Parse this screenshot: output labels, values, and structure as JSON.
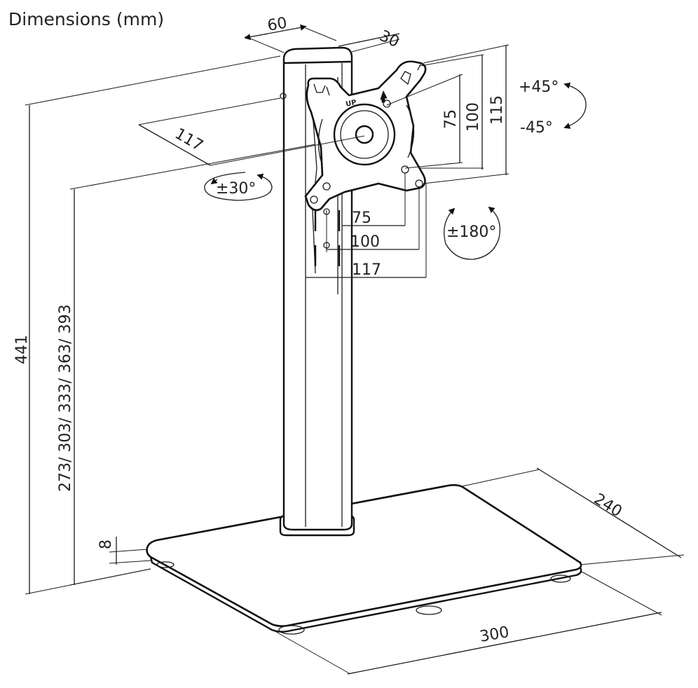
{
  "title": "Dimensions (mm)",
  "pole_dims": {
    "width": "60",
    "depth": "30"
  },
  "total_height": "441",
  "heights": "273/ 303/ 333/ 363/ 393",
  "plate_offset": "117",
  "rotation": {
    "swivel": "±30°",
    "tilt_up": "+45°",
    "tilt_down": "-45°",
    "rotate": "±180°"
  },
  "vesa_vertical": [
    "75",
    "100",
    "115"
  ],
  "vesa_horizontal": [
    "75",
    "100",
    "117"
  ],
  "plate_marks": {
    "up": "UP"
  },
  "base": {
    "thickness": "8",
    "depth": "240",
    "width": "300"
  }
}
